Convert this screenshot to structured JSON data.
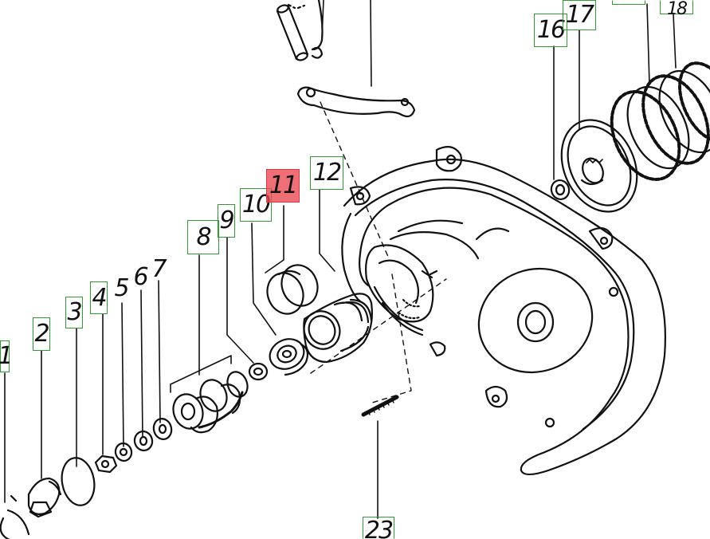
{
  "diagram": {
    "highlight_color": "#eb4650",
    "box_color": "#2f9e2f",
    "callouts": [
      {
        "id": "1",
        "label": "1"
      },
      {
        "id": "2",
        "label": "2"
      },
      {
        "id": "3",
        "label": "3"
      },
      {
        "id": "4",
        "label": "4"
      },
      {
        "id": "5",
        "label": "5"
      },
      {
        "id": "6",
        "label": "6"
      },
      {
        "id": "7",
        "label": "7"
      },
      {
        "id": "8",
        "label": "8"
      },
      {
        "id": "9",
        "label": "9"
      },
      {
        "id": "10",
        "label": "10"
      },
      {
        "id": "11",
        "label": "11",
        "highlighted": true
      },
      {
        "id": "12",
        "label": "12"
      },
      {
        "id": "16",
        "label": "16"
      },
      {
        "id": "17",
        "label": "17"
      },
      {
        "id": "18",
        "label": "18"
      },
      {
        "id": "23",
        "label": "23"
      }
    ]
  }
}
